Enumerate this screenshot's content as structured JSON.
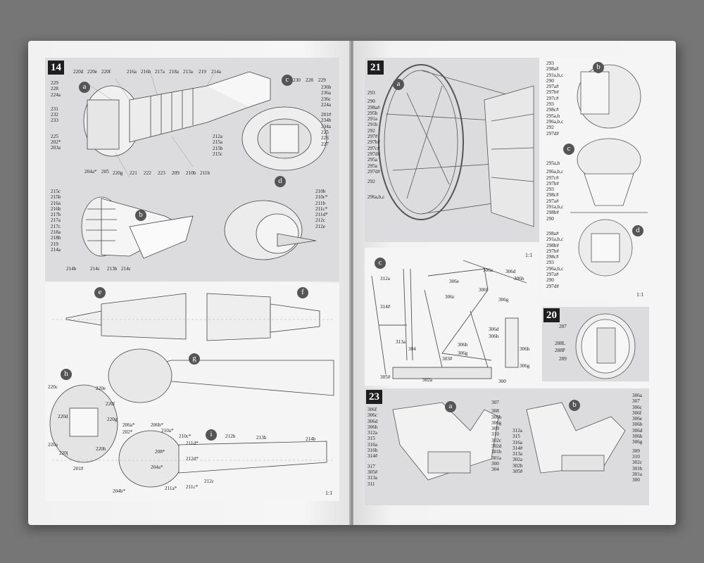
{
  "steps": {
    "s14": {
      "number": "14",
      "subs": [
        "a",
        "b",
        "c",
        "d",
        "e",
        "f",
        "g",
        "h",
        "i"
      ],
      "scale": "1:1",
      "a_left": [
        "229",
        "228",
        "224a",
        "231",
        "232",
        "233",
        "225",
        "202*",
        "203a"
      ],
      "a_top": [
        "220d",
        "220e",
        "220f",
        "216a",
        "216b",
        "217a",
        "218a",
        "213a",
        "219",
        "214a"
      ],
      "a_bottom": [
        "204a*",
        "205",
        "220g",
        "221",
        "222",
        "223",
        "209",
        "210b",
        "211b"
      ],
      "a_right": [
        "212a",
        "215a",
        "215b",
        "215c"
      ],
      "c_top": [
        "230",
        "228",
        "229"
      ],
      "c_right": [
        "236b",
        "236a",
        "236c",
        "224a",
        "201#",
        "234b",
        "234a",
        "225",
        "226",
        "227"
      ],
      "b_left": [
        "215c",
        "215b",
        "216a",
        "216b",
        "217b",
        "217a",
        "217c",
        "218a",
        "218b",
        "219",
        "214a"
      ],
      "b_bottom": [
        "214b",
        "214c",
        "213b",
        "214c"
      ],
      "d_right": [
        "210b",
        "210c*",
        "211b",
        "211c*",
        "211d*",
        "212c",
        "212e"
      ],
      "h_left": [
        "220c",
        "220e",
        "220f",
        "220d",
        "220g",
        "220a",
        "220j",
        "220h"
      ],
      "i_labels": [
        "206a*",
        "202*",
        "206b*",
        "210a*",
        "210c*",
        "211d*",
        "212b",
        "213b",
        "214b",
        "208*",
        "212d*",
        "204a*",
        "201#",
        "204b*",
        "211a*",
        "211c*",
        "212c"
      ]
    },
    "s21": {
      "number": "21",
      "subs": [
        "a",
        "b",
        "c",
        "d",
        "c"
      ],
      "scale": "1:1",
      "a_left": [
        "293",
        "290",
        "298a#",
        "295b",
        "291a",
        "291b",
        "292",
        "297#",
        "297b#",
        "297c#",
        "297d#",
        "295a",
        "295a",
        "297d#",
        "292",
        "296a,b,c"
      ],
      "b_left": [
        "293",
        "298a#",
        "291a,b,c",
        "290",
        "297a#",
        "297b#",
        "297c#",
        "293",
        "298c#",
        "295a,b",
        "296a,b,c",
        "292",
        "297d#"
      ],
      "c_left": [
        "295a,b",
        "296a,b,c",
        "297c#",
        "297b#",
        "293",
        "298c#",
        "297a#",
        "291a,b,c",
        "298b#",
        "290"
      ],
      "d_left": [
        "298a#",
        "291a,b,c",
        "298b#",
        "297b#",
        "298c#",
        "293",
        "296a,b,c",
        "297a#",
        "290",
        "297d#"
      ],
      "c_parts": [
        "312a",
        "314#",
        "313a",
        "304",
        "305#",
        "302a",
        "300",
        "303#",
        "306a",
        "306d",
        "306h",
        "306e",
        "306f",
        "306g",
        "306c",
        "306d",
        "306h",
        "306b",
        "306g",
        "306h",
        "306g"
      ]
    },
    "s20": {
      "number": "20",
      "labels": [
        "287",
        "288L",
        "288P",
        "289"
      ]
    },
    "s23": {
      "number": "23",
      "subs": [
        "a",
        "b"
      ],
      "a_left": [
        "306f",
        "306c",
        "306d",
        "306h",
        "312a",
        "315",
        "316a",
        "316b",
        "314#",
        "317",
        "305#",
        "313a",
        "311"
      ],
      "a_right": [
        "307",
        "308",
        "306b",
        "306g",
        "309",
        "310",
        "302c",
        "302d",
        "301b",
        "301a",
        "300",
        "304"
      ],
      "b_left": [
        "312a",
        "315",
        "316a",
        "314#",
        "313a",
        "302a",
        "302b",
        "305#"
      ],
      "b_right": [
        "306a",
        "307",
        "306c",
        "306f",
        "306e",
        "306b",
        "306d",
        "306h",
        "306g",
        "309",
        "310",
        "302c",
        "301b",
        "301a",
        "300"
      ]
    }
  }
}
